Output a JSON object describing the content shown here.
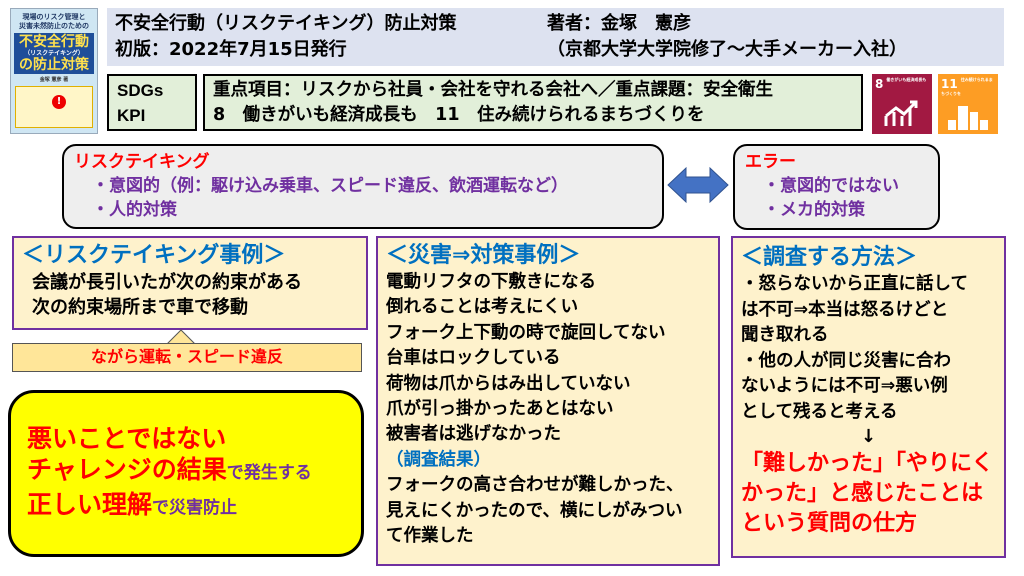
{
  "cover": {
    "line1": "現場のリスク管理と",
    "line2": "災害未然防止のための",
    "title1": "不安全行動",
    "title_sub": "（リスクテイキング）",
    "title2": "の防止対策",
    "author": "金塚 憲彦 著"
  },
  "banner": {
    "title": "不安全行動（リスクテイキング）防止対策",
    "edition": "初版：2022年7月15日発行",
    "author": "著者：金塚　憲彦",
    "career": "（京都大学大学院修了～大手メーカー入社）"
  },
  "kpi": {
    "line1": "SDGs",
    "line2": "KPI"
  },
  "key": {
    "line1": "重点項目：リスクから社員・会社を守れる会社へ／重点課題：安全衛生",
    "line2": "8　働きがいも経済成長も　11　住み続けられるまちづくりを"
  },
  "sdgs": [
    {
      "num": "8",
      "label": "働きがいも経済成長も",
      "color": "#a21942"
    },
    {
      "num": "11",
      "label": "住み続けられるまちづくりを",
      "color": "#fd9d24"
    }
  ],
  "risk": {
    "title": "リスクテイキング",
    "items": [
      "・意図的（例：駆け込み乗車、スピード違反、飲酒運転など）",
      "・人的対策"
    ]
  },
  "error": {
    "title": "エラー",
    "items": [
      "・意図的ではない",
      "・メカ的対策"
    ]
  },
  "case": {
    "title": "＜リスクテイキング事例＞",
    "lines": [
      "会議が長引いたが次の約束がある",
      "次の約束場所まで車で移動"
    ],
    "banner": "ながら運転・スピード違反"
  },
  "message": {
    "l1": "悪いことではない",
    "l2": "チャレンジの結果",
    "l2s": "で発生する",
    "l3": "正しい理解",
    "l3s": "で災害防止"
  },
  "disaster": {
    "title": "＜災害⇒対策事例＞",
    "lines": [
      "電動リフタの下敷きになる",
      "倒れることは考えにくい",
      "フォーク上下動の時で旋回してない",
      "台車はロックしている",
      "荷物は爪からはみ出していない",
      "爪が引っ掛かったあとはない",
      "被害者は逃げなかった"
    ],
    "result_label": "（調査結果）",
    "result_lines": [
      "フォークの高さ合わせが難しかった、",
      "見えにくかったので、横にしがみつい",
      "て作業した"
    ]
  },
  "survey": {
    "title": "＜調査する方法＞",
    "lines": [
      "・怒らないから正直に話して",
      "は不可⇒本当は怒るけどと",
      "聞き取れる",
      "・他の人が同じ災害に合わ",
      "ないようには不可⇒悪い例",
      "として残ると考える"
    ],
    "arrow": "↓",
    "red_lines": [
      "「難しかった」「やりにく",
      "かった」と感じたことは",
      "という質問の仕方"
    ]
  }
}
